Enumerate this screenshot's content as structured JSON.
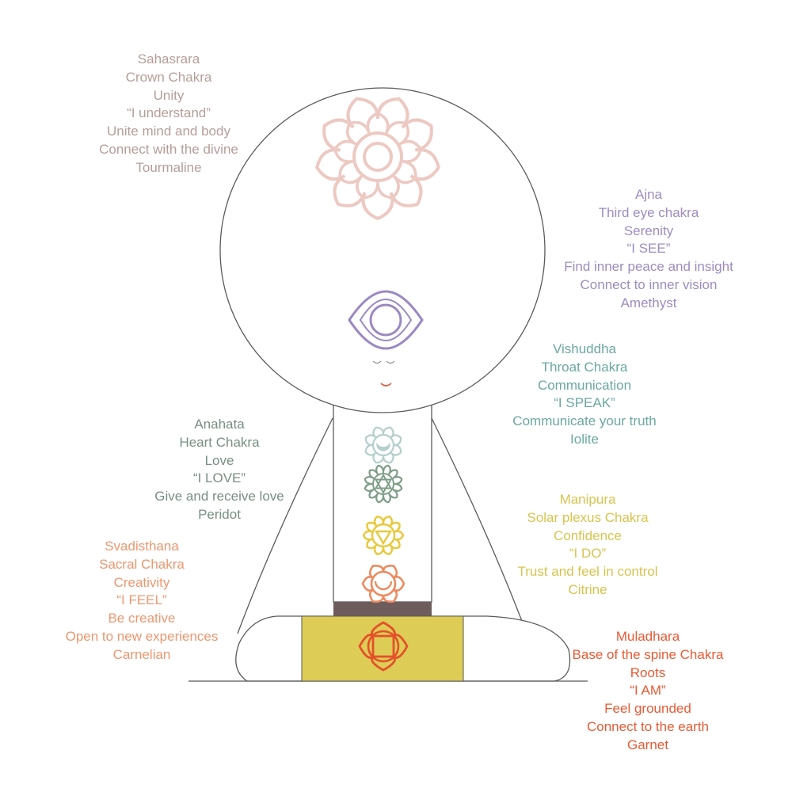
{
  "colors": {
    "line": "#5a5a5a",
    "crown": "#b59e99",
    "crown_symbol": "#ecc9c2",
    "third_eye": "#9d8cbf",
    "third_eye_symbol": "#9b89c2",
    "throat": "#6ba8a1",
    "throat_symbol": "#b4cfcc",
    "heart": "#788f81",
    "heart_symbol": "#7f9e88",
    "solar": "#d7c44e",
    "solar_symbol": "#e8c93b",
    "sacral": "#ec9770",
    "sacral_symbol": "#ec8a5e",
    "root": "#e85a34",
    "root_symbol": "#e4502a",
    "lap": "#ddcc55",
    "waistband": "#6e5c5c",
    "mouth": "#e0604a"
  },
  "chakras": {
    "crown": {
      "lines": [
        "Sahasrara",
        "Crown Chakra",
        "Unity",
        "“I understand”",
        "Unite mind and body",
        "Connect with the divine",
        "Tourmaline"
      ],
      "symbol": "thousand-petal-lotus-icon"
    },
    "third_eye": {
      "lines": [
        "Ajna",
        "Third eye chakra",
        "Serenity",
        "“I SEE”",
        "Find inner peace and insight",
        "Connect to inner vision",
        "Amethyst"
      ],
      "symbol": "eye-lotus-icon"
    },
    "throat": {
      "lines": [
        "Vishuddha",
        "Throat Chakra",
        "Communication",
        "“I SPEAK”",
        "Communicate your truth",
        "Iolite"
      ],
      "symbol": "crescent-lotus-icon"
    },
    "heart": {
      "lines": [
        "Anahata",
        "Heart Chakra",
        "Love",
        "“I LOVE”",
        "Give and receive love",
        "Peridot"
      ],
      "symbol": "hexagram-lotus-icon"
    },
    "solar": {
      "lines": [
        "Manipura",
        "Solar plexus Chakra",
        "Confidence",
        "“I DO”",
        "Trust and feel in control",
        "Citrine"
      ],
      "symbol": "triangle-lotus-icon"
    },
    "sacral": {
      "lines": [
        "Svadisthana",
        "Sacral Chakra",
        "Creativity",
        "“I FEEL”",
        "Be creative",
        "Open to new experiences",
        "Carnelian"
      ],
      "symbol": "crescent-lotus-icon"
    },
    "root": {
      "lines": [
        "Muladhara",
        "Base of the spine Chakra",
        "Roots",
        "“I AM”",
        "Feel grounded",
        "Connect to the earth",
        "Garnet"
      ],
      "symbol": "square-lotus-icon"
    }
  }
}
